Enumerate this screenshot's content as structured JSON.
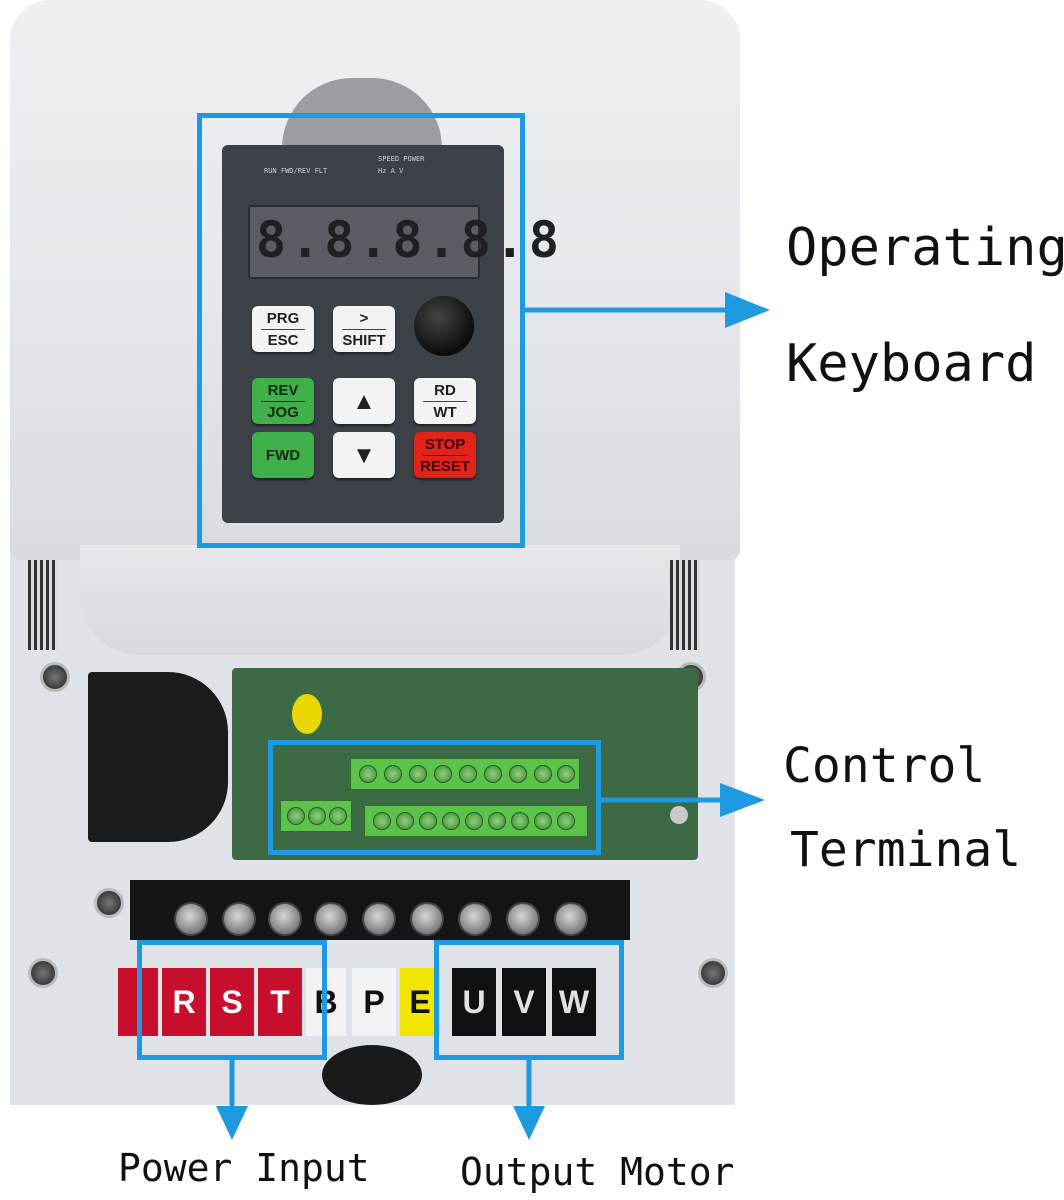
{
  "colors": {
    "highlight": "#1e9be0",
    "housing": "#e3e6ea",
    "panel": "#3d4148",
    "key_green": "#3fb04a",
    "key_red": "#e2231a",
    "terminal_input": "#c8102e",
    "terminal_output": "#111111",
    "terminal_earth": "#f2e600"
  },
  "keypad": {
    "indicators_left": "RUN FWD/REV FLT",
    "indicators_right_title": "SPEED POWER",
    "indicators_right_units": "Hz  A  V",
    "display": "8.8.8.8.8",
    "keys": {
      "prg_top": "PRG",
      "prg_bottom": "ESC",
      "shift_top": ">",
      "shift_bottom": "SHIFT",
      "rev_top": "REV",
      "rev_bottom": "JOG",
      "up": "▲",
      "down": "▼",
      "rd_top": "RD",
      "rd_bottom": "WT",
      "fwd": "FWD",
      "stop_top": "STOP",
      "stop_bottom": "RESET"
    }
  },
  "terminals": {
    "power": [
      "R",
      "S",
      "T"
    ],
    "braking": [
      "B",
      "P"
    ],
    "earth": "E",
    "output": [
      "U",
      "V",
      "W"
    ]
  },
  "callouts": {
    "keyboard_line1": "Operating",
    "keyboard_line2": "Keyboard",
    "control_line1": "Control",
    "control_line2": "Terminal",
    "power_input": "Power Input",
    "output_motor": "Output Motor"
  }
}
